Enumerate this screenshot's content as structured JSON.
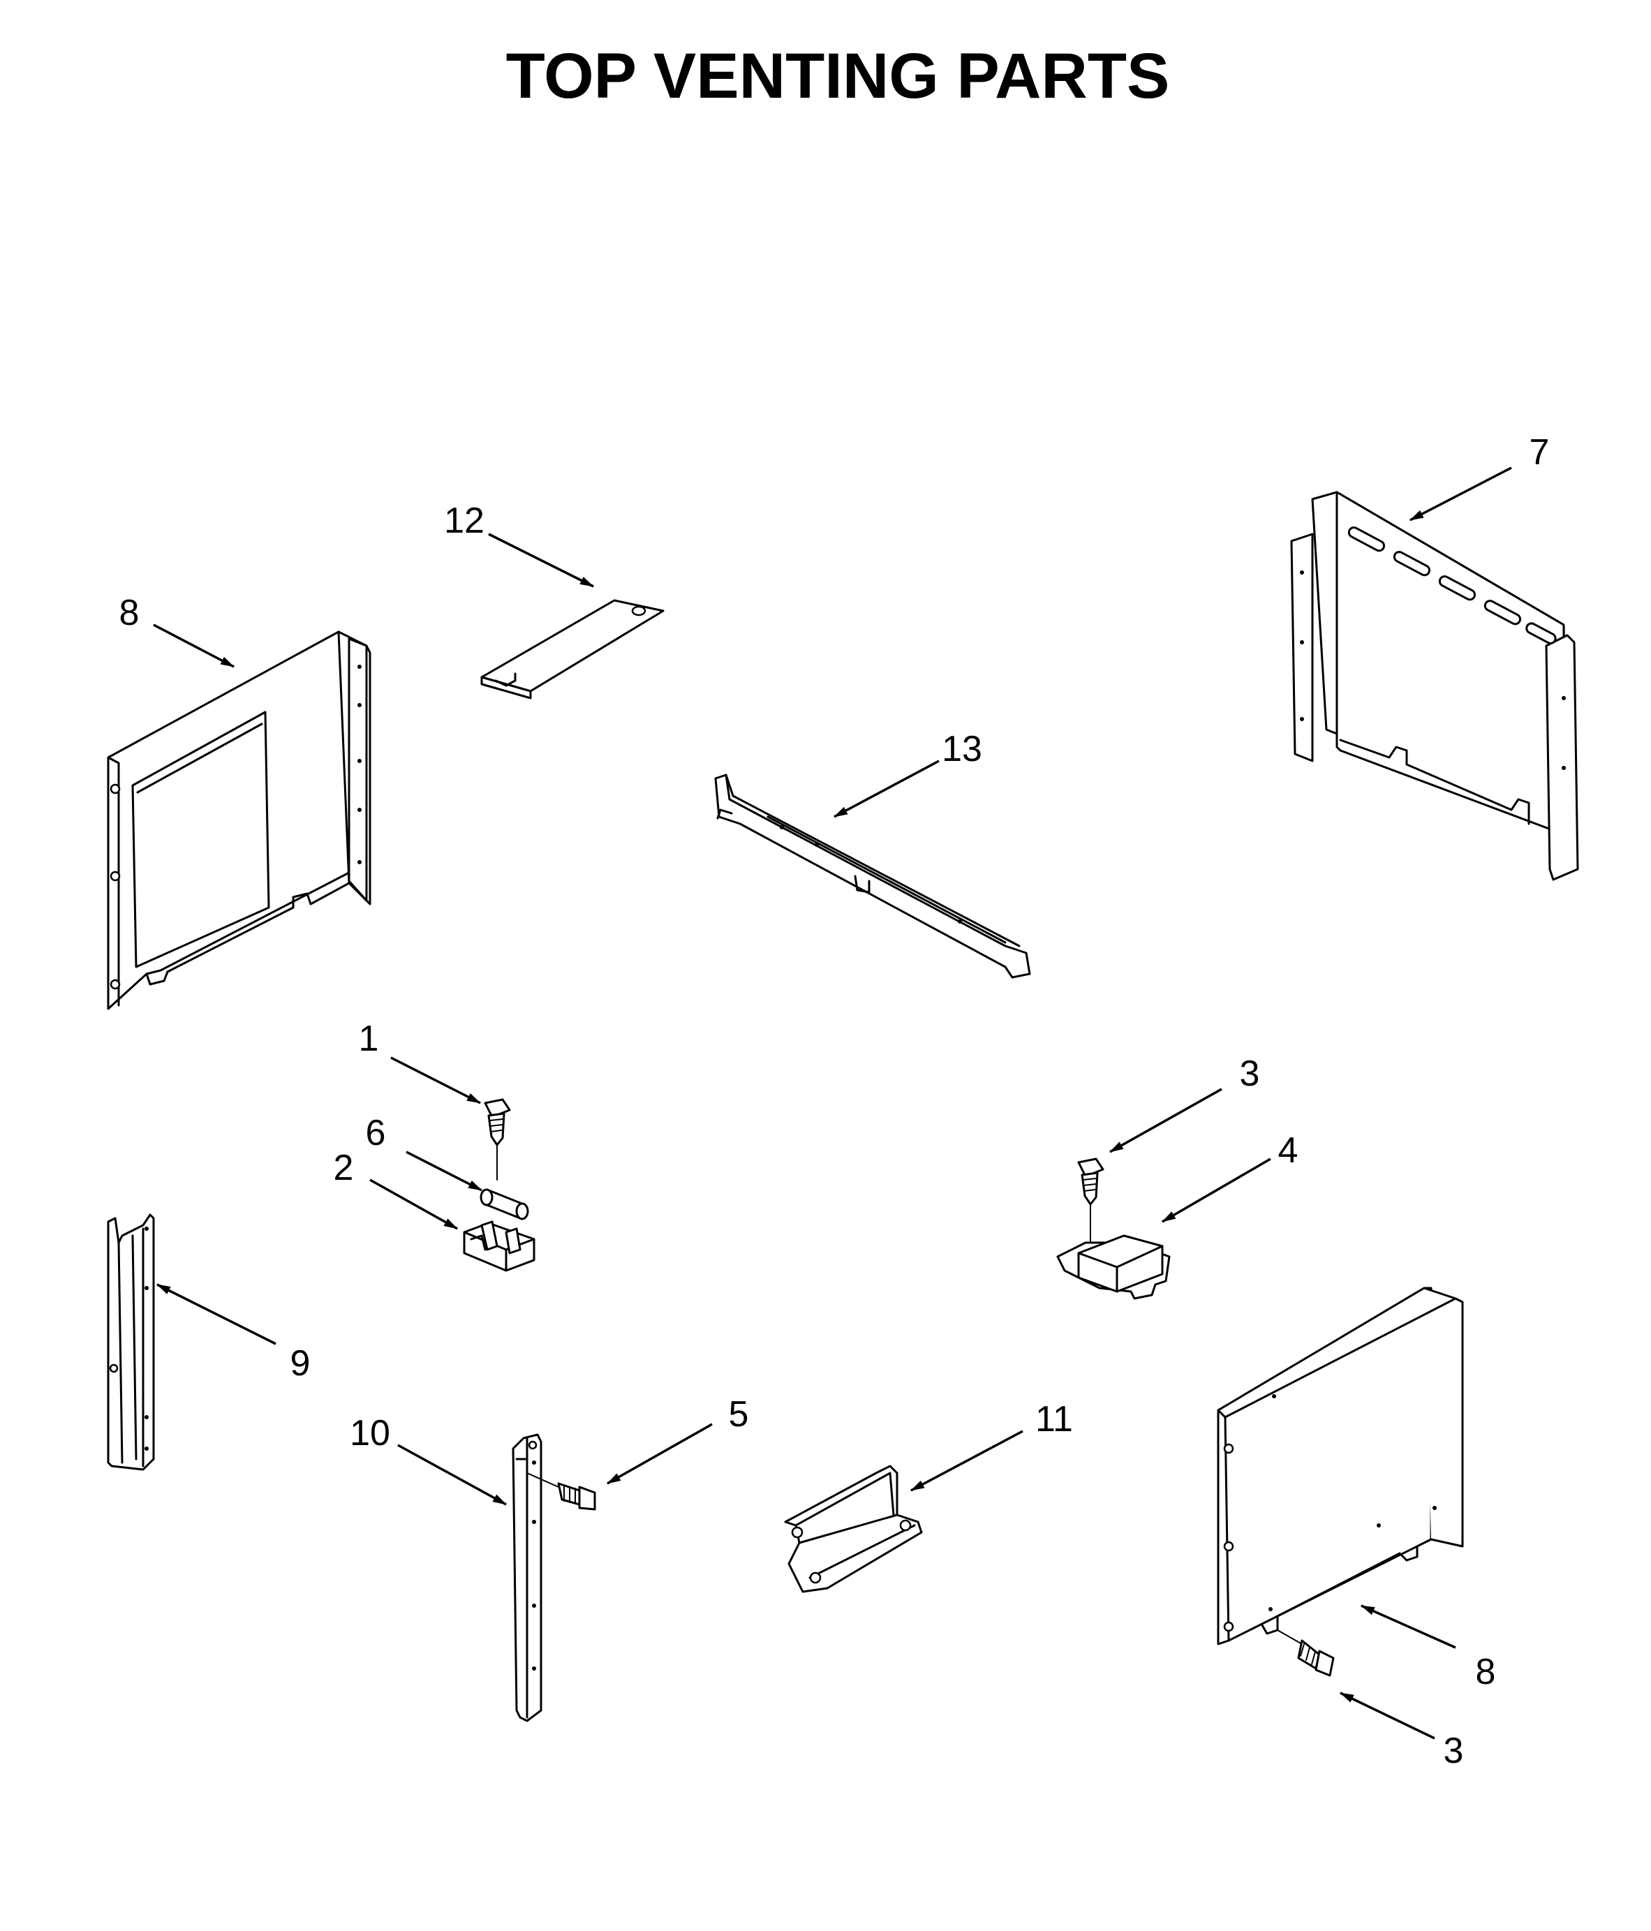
{
  "title": "TOP VENTING PARTS",
  "callouts": [
    {
      "id": "c1",
      "label": "1"
    },
    {
      "id": "c2",
      "label": "2"
    },
    {
      "id": "c3a",
      "label": "3"
    },
    {
      "id": "c3b",
      "label": "3"
    },
    {
      "id": "c4",
      "label": "4"
    },
    {
      "id": "c5",
      "label": "5"
    },
    {
      "id": "c6",
      "label": "6"
    },
    {
      "id": "c7",
      "label": "7"
    },
    {
      "id": "c8a",
      "label": "8"
    },
    {
      "id": "c8b",
      "label": "8"
    },
    {
      "id": "c9",
      "label": "9"
    },
    {
      "id": "c10",
      "label": "10"
    },
    {
      "id": "c11",
      "label": "11"
    },
    {
      "id": "c12",
      "label": "12"
    },
    {
      "id": "c13",
      "label": "13"
    }
  ]
}
